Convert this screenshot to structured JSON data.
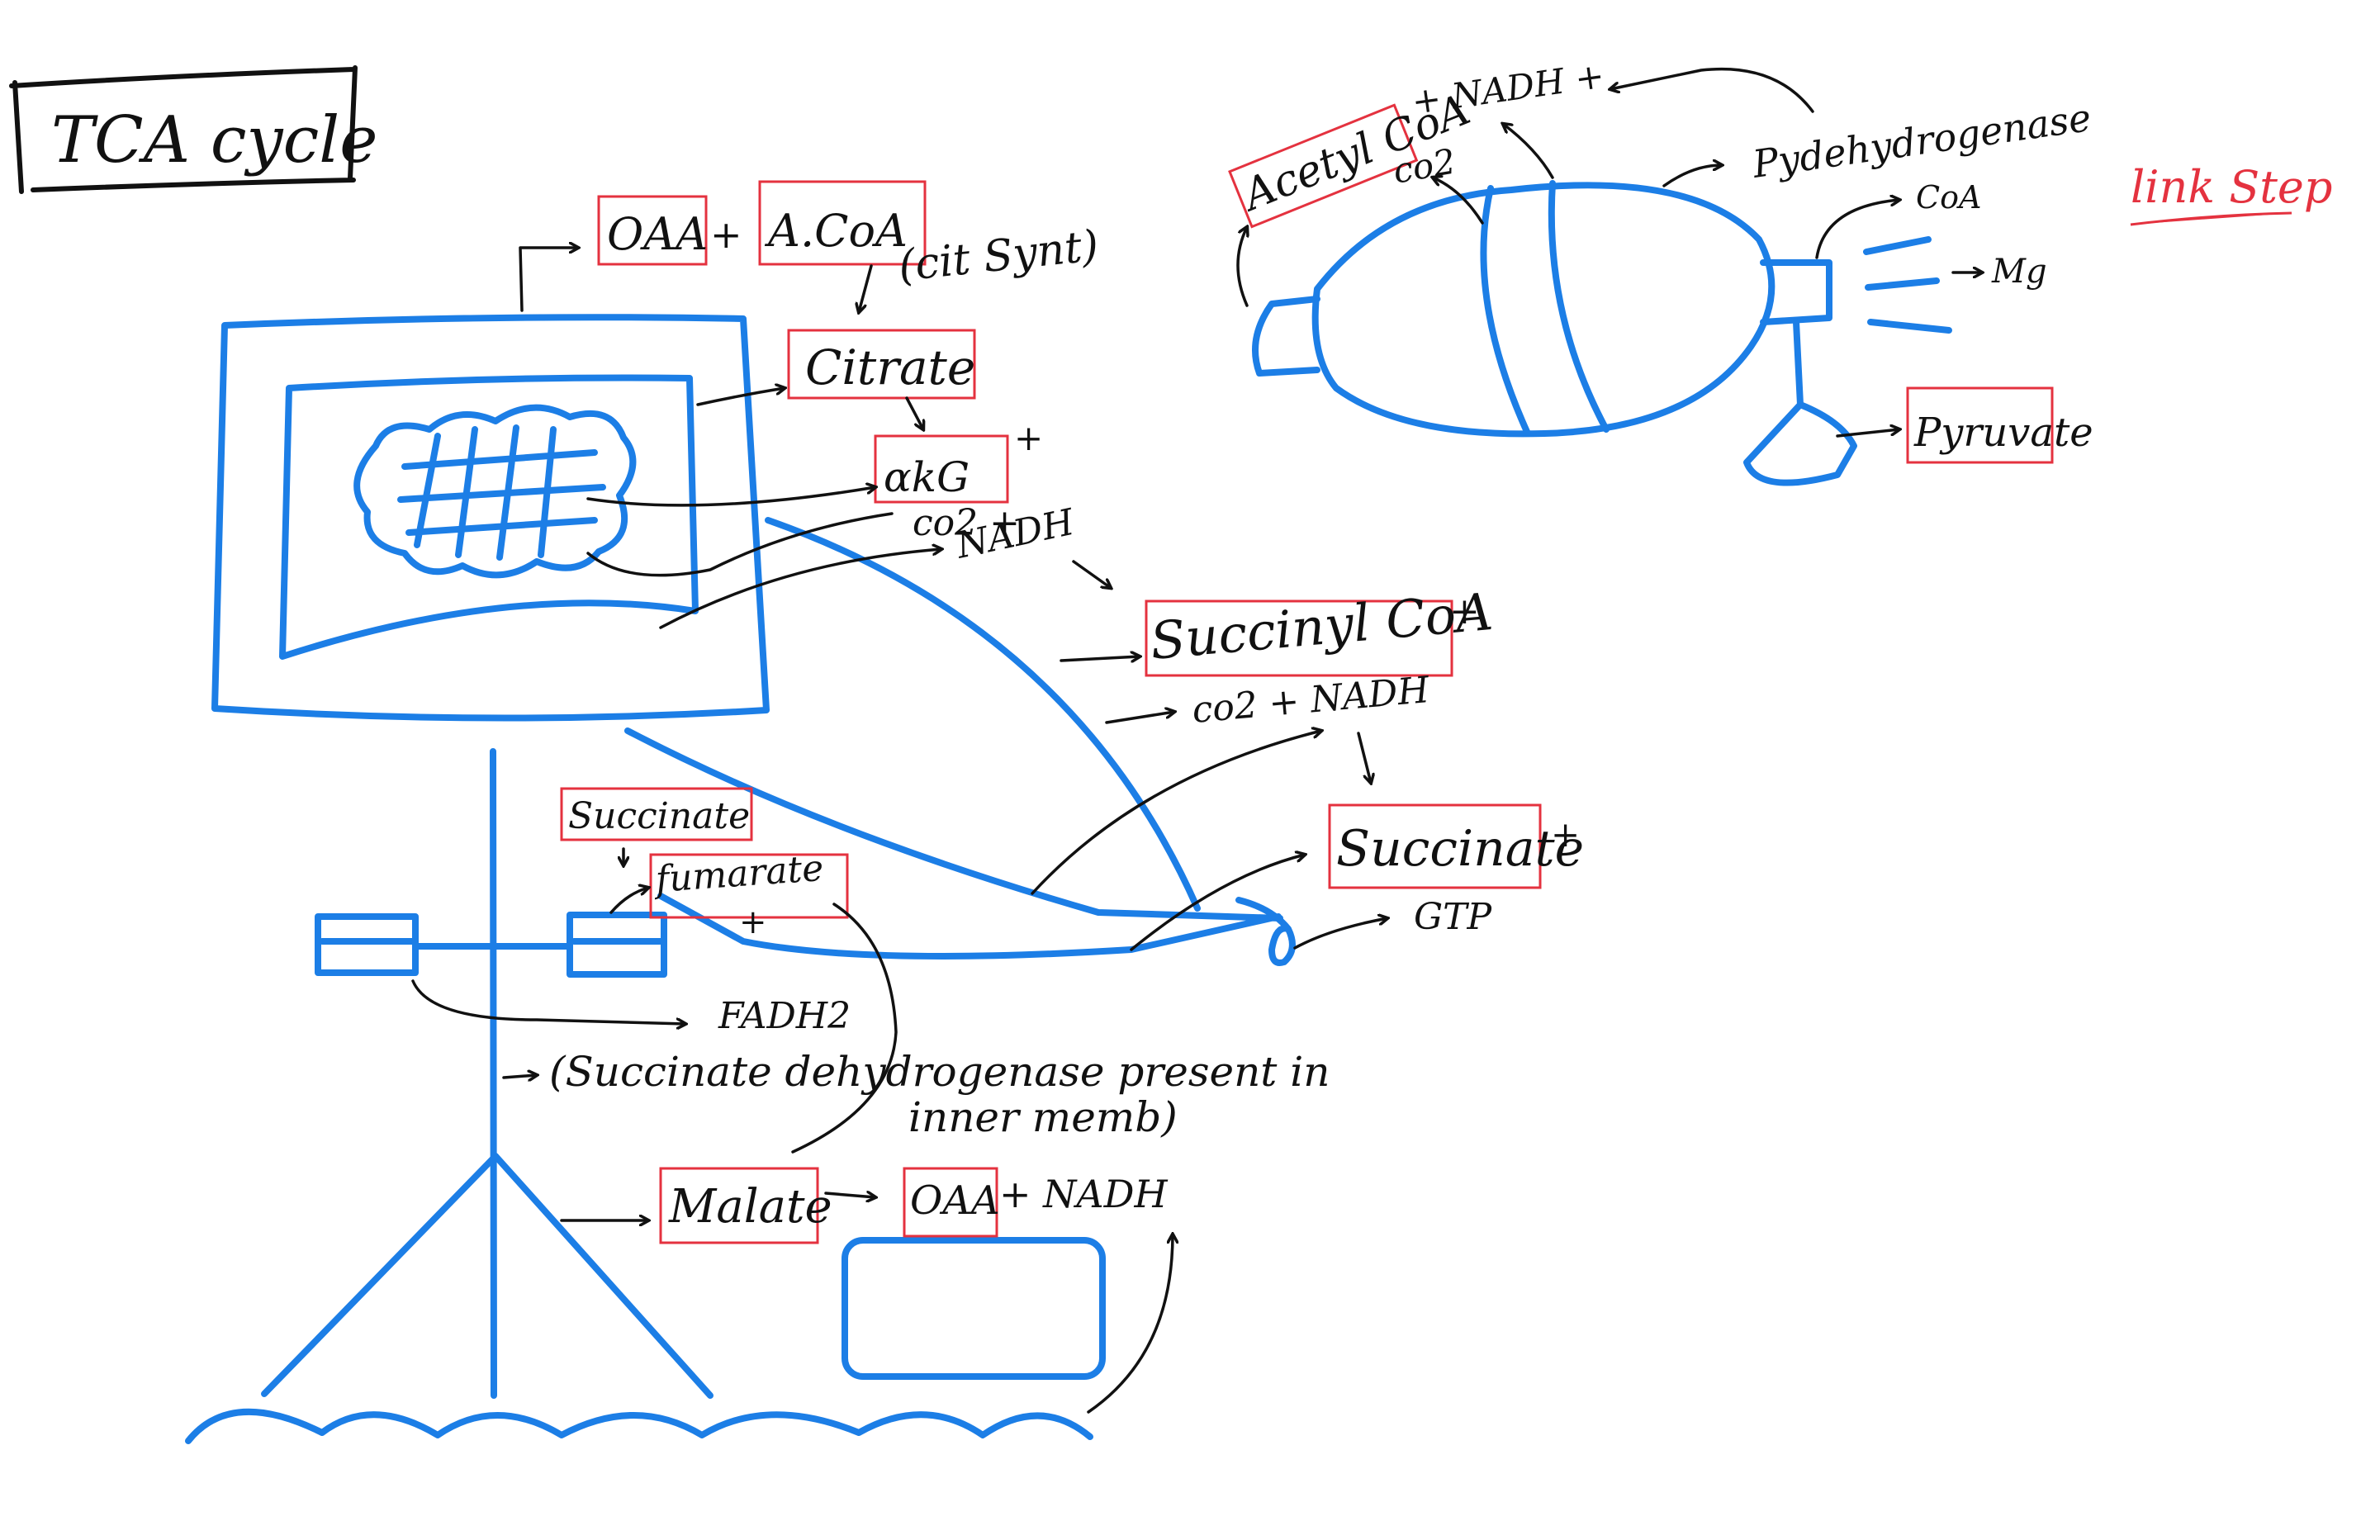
{
  "title": "TCA cycle",
  "link_step": {
    "heading": "link Step",
    "acetyl_coa": "Acetyl CoA",
    "acetyl_products": "+ NADH +",
    "co2": "co2",
    "enzyme": "Pydehydrogenase",
    "coa": "CoA",
    "mg": "Mg",
    "pyruvate": "Pyruvate"
  },
  "cycle": {
    "oaa": "OAA",
    "plus1": "+",
    "acoa": "A.CoA",
    "cit_synt": "(cit Synt)",
    "citrate": "Citrate",
    "akg": "αkG",
    "akg_plus": "+",
    "co2_1": "co2 +",
    "nadh_1": "NADH",
    "succinyl_coa": "Succinyl CoA",
    "succinyl_plus": "+",
    "co2_nadh": "co2 + NADH",
    "succinate_main": "Succinate",
    "succinate_plus": "+",
    "gtp": "GTP",
    "succinate_small": "Succinate",
    "fumarate": "fumarate",
    "fumarate_plus": "+",
    "fadh2": "FADH2",
    "sdh_note_1": "(Succinate dehydrogenase present in",
    "sdh_note_2": "inner memb)",
    "malate": "Malate",
    "oaa2": "OAA",
    "oaa2_nadh": "+ NADH"
  }
}
